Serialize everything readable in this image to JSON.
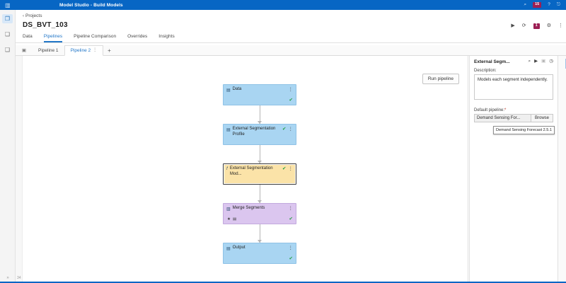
{
  "topbar": {
    "waffle_icon": "grid-menu-icon",
    "title": "Model Studio - Build Models",
    "search_icon": "search-icon",
    "badge": "15",
    "help_icon": "question-mark-icon",
    "signout_icon": "sign-out-icon"
  },
  "rail": {
    "items": [
      {
        "icon": "copy-pages-icon",
        "name": "sidebar-item-pages"
      },
      {
        "icon": "data-layers-icon",
        "name": "sidebar-item-data"
      },
      {
        "icon": "nodes-icon",
        "name": "sidebar-item-nodes"
      }
    ],
    "bottom_icon": "expand-icon"
  },
  "header": {
    "breadcrumb_chevron": "‹",
    "breadcrumb": "Projects",
    "title": "DS_BVT_103",
    "tabs": [
      {
        "label": "Data",
        "active": false
      },
      {
        "label": "Pipelines",
        "active": true
      },
      {
        "label": "Pipeline Comparison",
        "active": false
      },
      {
        "label": "Overrides",
        "active": false
      },
      {
        "label": "Insights",
        "active": false
      }
    ]
  },
  "workspace_toolbar": {
    "run_icon": "play-icon",
    "refresh_icon": "refresh-icon",
    "badge": "1",
    "settings_icon": "gear-icon",
    "more_icon": "vertical-dots-icon"
  },
  "pipeline_tabs": {
    "left_icon": "collapse-panel-icon",
    "tabs": [
      {
        "label": "Pipeline 1",
        "active": false,
        "menu": ""
      },
      {
        "label": "Pipeline 2",
        "active": true,
        "menu": "⋮"
      }
    ],
    "add_label": "+"
  },
  "canvas": {
    "ruler_label": "34",
    "run_pipeline_label": "Run pipeline",
    "nodes": [
      {
        "label": "Data",
        "icon": "table-icon",
        "color": "blue",
        "status": "✔",
        "menu": "⋮",
        "sub_icons": []
      },
      {
        "label": "External Segmentation Profile",
        "icon": "table-icon",
        "color": "blue",
        "status": "✔",
        "menu": "⋮",
        "inline_status": true,
        "sub_icons": []
      },
      {
        "label": "External Segmentation Mod...",
        "icon": "function-icon",
        "color": "amber",
        "status": "✔",
        "menu": "⋮",
        "inline_status": true,
        "sub_icons": []
      },
      {
        "label": "Merge Segments",
        "icon": "merge-icon",
        "color": "purple",
        "status": "✔",
        "menu": "⋮",
        "sub_icons": [
          "★",
          "▤"
        ]
      },
      {
        "label": "Output",
        "icon": "output-icon",
        "color": "blue",
        "status": "✔",
        "menu": "⋮",
        "sub_icons": []
      }
    ]
  },
  "properties_panel": {
    "title": "External Segm...",
    "icons": [
      {
        "glyph": "⌕",
        "name": "search-icon",
        "dim": false
      },
      {
        "glyph": "▶",
        "name": "run-node-icon",
        "dim": false
      },
      {
        "glyph": "▣",
        "name": "results-icon",
        "dim": true
      },
      {
        "glyph": "◷",
        "name": "history-icon",
        "dim": false
      }
    ],
    "description_label": "Description:",
    "description_value": "Models each segment independently.",
    "default_pipeline_label": "Default pipeline:",
    "required_mark": "*",
    "default_pipeline_value": "Demand Sensing For...",
    "browse_label": "Browse",
    "tooltip": "Demand Sensing Forecast 2.5.1"
  },
  "right_strip": {
    "panel_icon": "properties-panel-icon",
    "bottom_icon": "resize-icon"
  },
  "colors": {
    "brand_blue": "#0766c4",
    "accent_blue": "#2277c8",
    "badge_magenta": "#9c1f54",
    "node_blue": "#a9d5f2",
    "node_amber": "#fbe3a8",
    "node_purple": "#dbc6ef",
    "status_green": "#1f9d3d"
  }
}
